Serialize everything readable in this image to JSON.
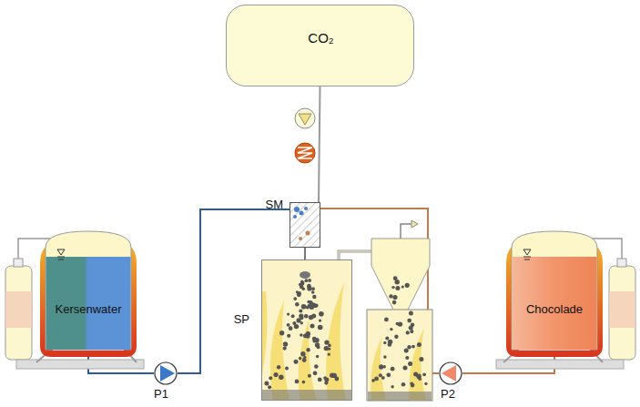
{
  "diagram": {
    "nodes": [
      {
        "text": [
          "CO₂"
        ]
      },
      {
        "text": [
          "SM"
        ]
      },
      {
        "text": [
          "Kersenwater"
        ]
      },
      {
        "text": [
          "P1"
        ]
      },
      {
        "text": [
          "SP"
        ]
      },
      {
        "text": [
          "Chocolade"
        ]
      },
      {
        "text": [
          "P2"
        ]
      }
    ],
    "edges": [
      {
        "from": 0,
        "to": 1,
        "arrow": "none"
      },
      {
        "from": 2,
        "to": 3,
        "arrow": "none"
      },
      {
        "from": 3,
        "to": 1,
        "arrow": "none"
      },
      {
        "from": 5,
        "to": 6,
        "arrow": "none"
      },
      {
        "from": 6,
        "to": 1,
        "arrow": "none"
      },
      {
        "from": 1,
        "to": 4,
        "arrow": "none"
      }
    ]
  }
}
